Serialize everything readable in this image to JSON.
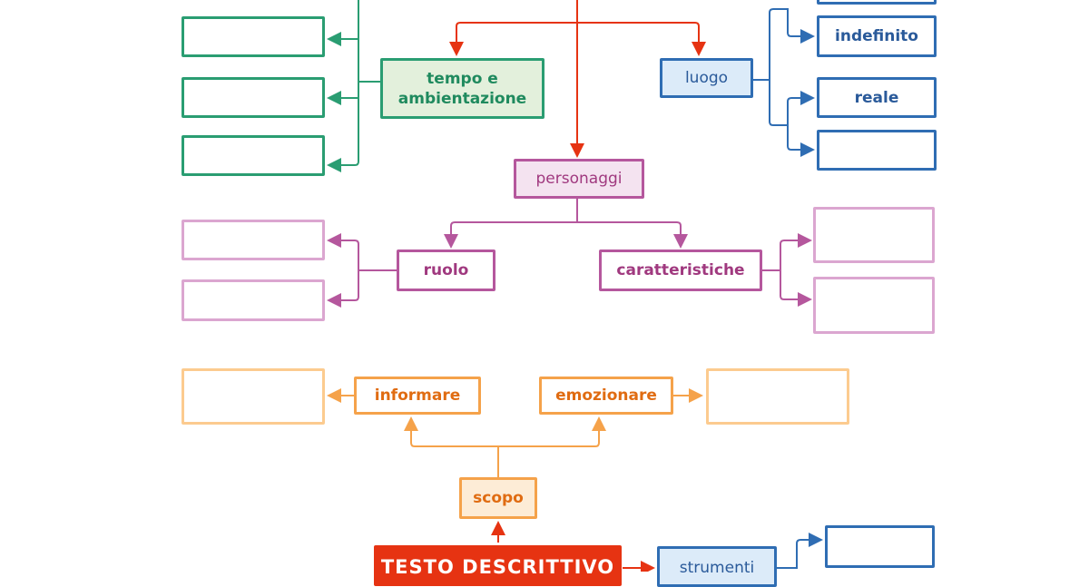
{
  "nodes": {
    "tempo": "tempo e ambientazione",
    "luogo": "luogo",
    "indefinito": "indefinito",
    "reale": "reale",
    "personaggi": "personaggi",
    "ruolo": "ruolo",
    "caratteristiche": "caratteristiche",
    "informare": "informare",
    "emozionare": "emozionare",
    "scopo": "scopo",
    "testo": "TESTO DESCRITTIVO",
    "strumenti": "strumenti"
  },
  "colors": {
    "red": "#e63312",
    "green": "#2a9d72",
    "blue": "#2f6db3",
    "purple": "#b5579d",
    "orange": "#f5a24a"
  }
}
